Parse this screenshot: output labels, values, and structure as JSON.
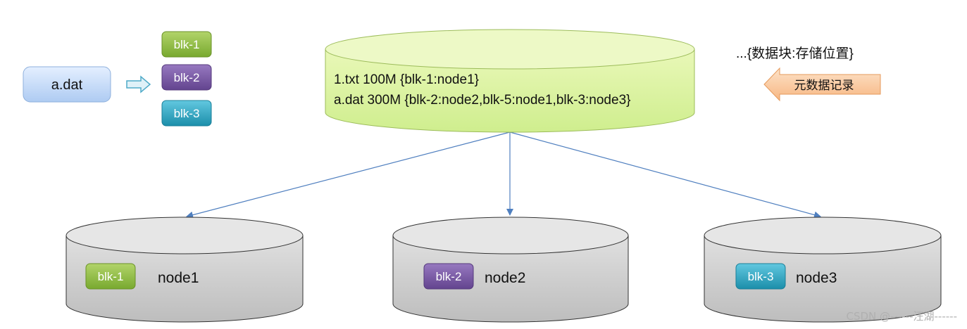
{
  "source_file": {
    "label": "a.dat"
  },
  "blocks": [
    {
      "label": "blk-1",
      "color": "#8bb83f"
    },
    {
      "label": "blk-2",
      "color": "#7a58a6"
    },
    {
      "label": "blk-3",
      "color": "#2ea7c4"
    }
  ],
  "metadata_store": {
    "line1": "1.txt 100M {blk-1:node1}",
    "line2": "a.dat 300M {blk-2:node2,blk-5:node1,blk-3:node3}"
  },
  "annotation": {
    "format": "...{数据块:存储位置}",
    "arrow_label": "元数据记录"
  },
  "nodes": [
    {
      "name": "node1",
      "block": "blk-1",
      "color": "#8bb83f"
    },
    {
      "name": "node2",
      "block": "blk-2",
      "color": "#7a58a6"
    },
    {
      "name": "node3",
      "block": "blk-3",
      "color": "#2ea7c4"
    }
  ],
  "watermark": "CSDN @------汪湖------"
}
